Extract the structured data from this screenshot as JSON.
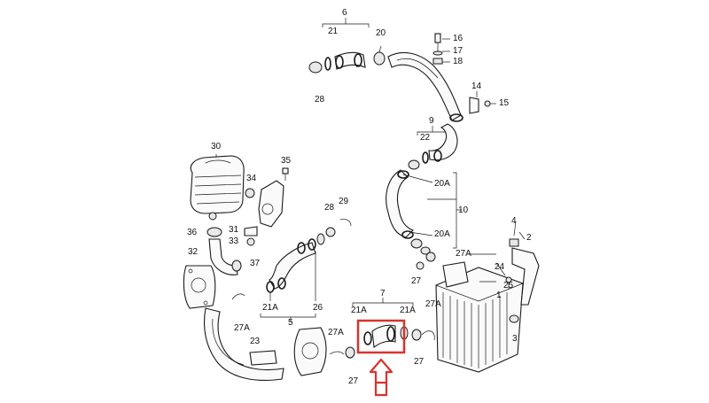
{
  "callouts": [
    {
      "id": "c6",
      "text": "6"
    },
    {
      "id": "c21top",
      "text": "21"
    },
    {
      "id": "c20",
      "text": "20"
    },
    {
      "id": "c28top",
      "text": "28"
    },
    {
      "id": "c16",
      "text": "16"
    },
    {
      "id": "c17",
      "text": "17"
    },
    {
      "id": "c18",
      "text": "18"
    },
    {
      "id": "c14",
      "text": "14"
    },
    {
      "id": "c15",
      "text": "15"
    },
    {
      "id": "c9",
      "text": "9"
    },
    {
      "id": "c22",
      "text": "22"
    },
    {
      "id": "c30",
      "text": "30"
    },
    {
      "id": "c35",
      "text": "35"
    },
    {
      "id": "c34",
      "text": "34"
    },
    {
      "id": "c20Aa",
      "text": "20A"
    },
    {
      "id": "c10",
      "text": "10"
    },
    {
      "id": "c20Ab",
      "text": "20A"
    },
    {
      "id": "c28mid",
      "text": "28"
    },
    {
      "id": "c29",
      "text": "29"
    },
    {
      "id": "c36",
      "text": "36"
    },
    {
      "id": "c31",
      "text": "31"
    },
    {
      "id": "c33",
      "text": "33"
    },
    {
      "id": "c32",
      "text": "32"
    },
    {
      "id": "c37",
      "text": "37"
    },
    {
      "id": "c4",
      "text": "4"
    },
    {
      "id": "c2",
      "text": "2"
    },
    {
      "id": "c27Atop",
      "text": "27A"
    },
    {
      "id": "c27r",
      "text": "27"
    },
    {
      "id": "c24",
      "text": "24"
    },
    {
      "id": "c25",
      "text": "25"
    },
    {
      "id": "c1",
      "text": "1"
    },
    {
      "id": "c3",
      "text": "3"
    },
    {
      "id": "c21Aa",
      "text": "21A"
    },
    {
      "id": "c26",
      "text": "26"
    },
    {
      "id": "c5",
      "text": "5"
    },
    {
      "id": "c27Aleft",
      "text": "27A"
    },
    {
      "id": "c7",
      "text": "7"
    },
    {
      "id": "c21Ab",
      "text": "21A"
    },
    {
      "id": "c21Ac",
      "text": "21A"
    },
    {
      "id": "c27Amid",
      "text": "27A"
    },
    {
      "id": "c27Aright",
      "text": "27A"
    },
    {
      "id": "c23",
      "text": "23"
    },
    {
      "id": "c27bl",
      "text": "27"
    },
    {
      "id": "c27br",
      "text": "27"
    }
  ],
  "colors": {
    "line": "#1a1a1a",
    "highlight": "#d8332e",
    "background": "#ffffff"
  },
  "icons": {
    "arrow": "double-arrow-up-icon"
  }
}
